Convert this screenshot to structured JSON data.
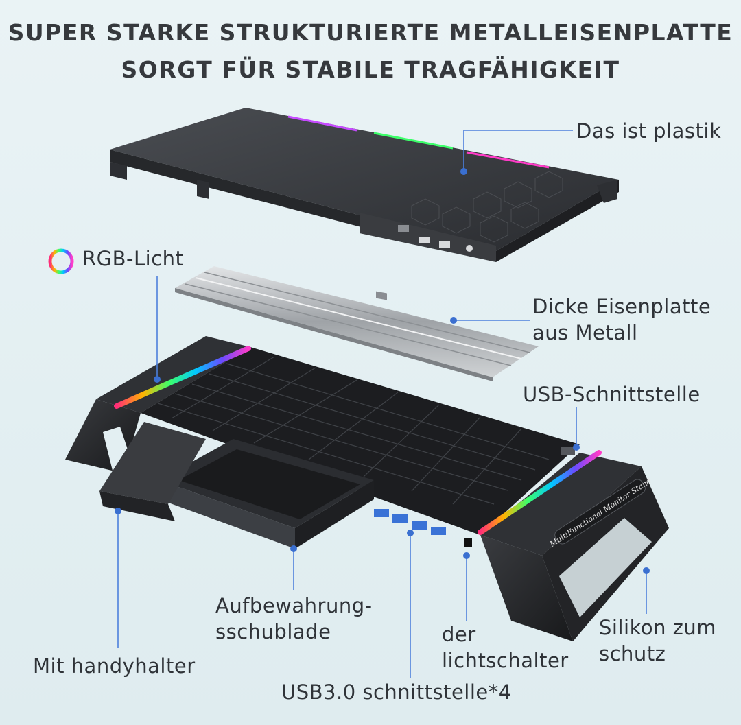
{
  "headline": {
    "line1": "SUPER STARKE STRUKTURIERTE METALLEISENPLATTE",
    "line2": "SORGT FÜR STABILE TRAGFÄHIGKEIT"
  },
  "callouts": {
    "plastic": "Das ist plastik",
    "rgb": "RGB-Licht",
    "iron_plate_1": "Dicke Eisenplatte",
    "iron_plate_2": "aus Metall",
    "usb_port": "USB-Schnittstelle",
    "drawer_1": "Aufbewahrung-",
    "drawer_2": "sschublade",
    "phone_holder": "Mit handyhalter",
    "light_switch_1": "der",
    "light_switch_2": "lichtschalter",
    "silicone_1": "Silikon zum",
    "silicone_2": "schutz",
    "usb3": "USB3.0 schnittstelle*4"
  },
  "product_text": "MultiFunctional Monitor Stand",
  "colors": {
    "accent_line": "#4d80dc",
    "body_dark": "#2a2c30",
    "metal": "#b9bcbf"
  }
}
